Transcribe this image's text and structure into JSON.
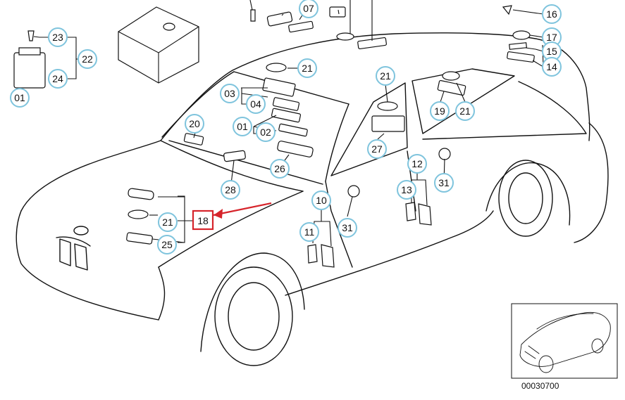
{
  "callouts": [
    "01",
    "02",
    "03",
    "04",
    "07",
    "10",
    "11",
    "12",
    "13",
    "14",
    "15",
    "16",
    "17",
    "19",
    "20",
    "21",
    "22",
    "23",
    "24",
    "25",
    "26",
    "27",
    "28",
    "31"
  ],
  "highlight": {
    "label": "18",
    "color": "#d6242b"
  },
  "diagram_code": "00030700",
  "accent_color": "#7fc4dd"
}
